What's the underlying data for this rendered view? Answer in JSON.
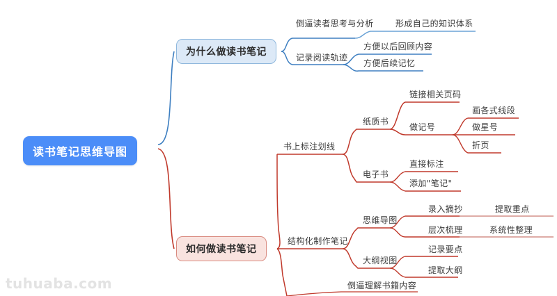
{
  "theme": {
    "background": "#ffffff",
    "root_fill": "#4b8df8",
    "root_text": "#ffffff",
    "blue_branch": "#3e7fc1",
    "blue_node_fill": "#dce9f7",
    "blue_node_border": "#8fb8dd",
    "red_branch": "#c0392b",
    "pink_node_fill": "#f9e3df",
    "pink_node_border": "#d98b80",
    "leaf_text": "#3b3b3b",
    "watermark_color": "#e3e3e3"
  },
  "watermark": "tuhuaba.com",
  "mindmap": {
    "root": "读书笔记思维导图",
    "branches": [
      {
        "id": "why",
        "label": "为什么做读书笔记",
        "color": "#3e7fc1",
        "children": [
          {
            "id": "why-think",
            "label": "倒逼读者思考与分析",
            "children": [
              {
                "id": "why-think-sys",
                "label": "形成自己的知识体系"
              }
            ]
          },
          {
            "id": "why-track",
            "label": "记录阅读轨迹",
            "children": [
              {
                "id": "why-track-review",
                "label": "方便以后回顾内容"
              },
              {
                "id": "why-track-memory",
                "label": "方便后续记忆"
              }
            ]
          }
        ]
      },
      {
        "id": "how",
        "label": "如何做读书笔记",
        "color": "#c0392b",
        "children": [
          {
            "id": "how-mark",
            "label": "书上标注划线",
            "children": [
              {
                "id": "how-mark-paper",
                "label": "纸质书",
                "children": [
                  {
                    "id": "how-mark-paper-link",
                    "label": "链接相关页码"
                  },
                  {
                    "id": "how-mark-paper-sign",
                    "label": "做记号",
                    "children": [
                      {
                        "id": "sign-lines",
                        "label": "画各式线段"
                      },
                      {
                        "id": "sign-star",
                        "label": "做星号"
                      },
                      {
                        "id": "sign-fold",
                        "label": "折页"
                      }
                    ]
                  }
                ]
              },
              {
                "id": "how-mark-ebook",
                "label": "电子书",
                "children": [
                  {
                    "id": "ebook-direct",
                    "label": "直接标注"
                  },
                  {
                    "id": "ebook-note",
                    "label": "添加\"笔记\""
                  }
                ]
              }
            ]
          },
          {
            "id": "how-struct",
            "label": "结构化制作笔记",
            "children": [
              {
                "id": "how-struct-mindmap",
                "label": "思维导图",
                "children": [
                  {
                    "id": "mm-excerpt",
                    "label": "录入摘抄",
                    "children": [
                      {
                        "id": "mm-key",
                        "label": "提取重点"
                      }
                    ]
                  },
                  {
                    "id": "mm-layer",
                    "label": "层次梳理",
                    "children": [
                      {
                        "id": "mm-sys",
                        "label": "系统性整理"
                      }
                    ]
                  }
                ]
              },
              {
                "id": "how-struct-outline",
                "label": "大纲视图",
                "children": [
                  {
                    "id": "ol-points",
                    "label": "记录要点"
                  },
                  {
                    "id": "ol-extract",
                    "label": "提取大纲"
                  }
                ]
              }
            ]
          },
          {
            "id": "how-understand",
            "label": "倒逼理解书籍内容"
          }
        ]
      }
    ]
  }
}
